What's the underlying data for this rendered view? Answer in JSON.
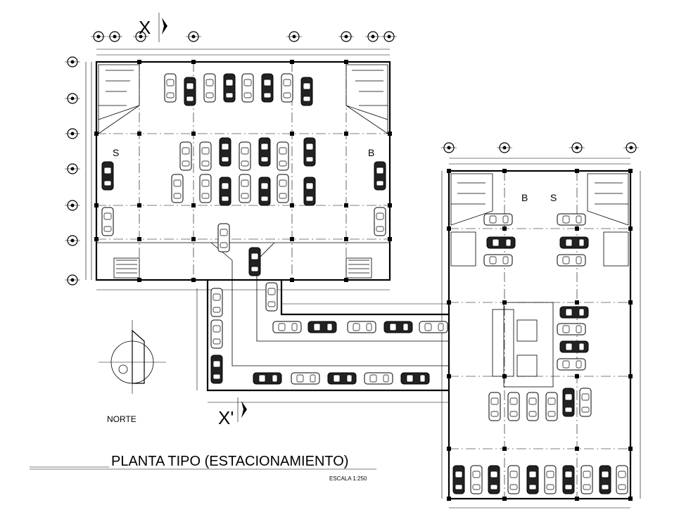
{
  "title": "PLANTA TIPO (ESTACIONAMIENTO)",
  "scale": "ESCALA 1:250",
  "north_label": "NORTE",
  "section_top": "X",
  "section_bottom": "X'",
  "ramp_labels": {
    "upper_left": "S",
    "upper_right": "B",
    "lower_left": "B",
    "lower_right": "S"
  },
  "icons": {
    "north": "north-arrow-icon",
    "car": "car-icon",
    "grid_bubble": "grid-bubble-icon",
    "section_arrow": "section-arrow-icon"
  },
  "colors": {
    "ink": "#000000",
    "paper": "#ffffff"
  }
}
